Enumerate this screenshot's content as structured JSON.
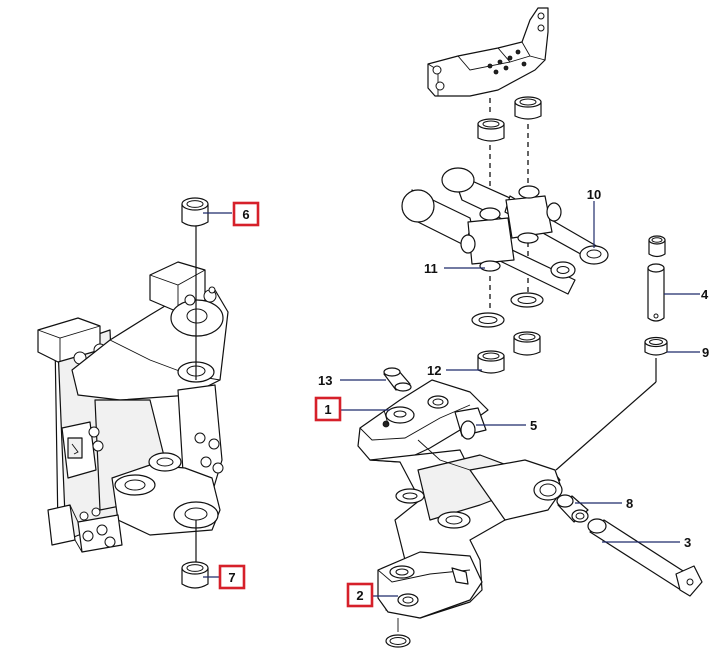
{
  "callouts": {
    "c1": {
      "label": "1",
      "highlighted": true
    },
    "c2": {
      "label": "2",
      "highlighted": true
    },
    "c3": {
      "label": "3",
      "highlighted": false
    },
    "c4": {
      "label": "4",
      "highlighted": false
    },
    "c5": {
      "label": "5",
      "highlighted": false
    },
    "c6": {
      "label": "6",
      "highlighted": true
    },
    "c7": {
      "label": "7",
      "highlighted": true
    },
    "c8": {
      "label": "8",
      "highlighted": false
    },
    "c9": {
      "label": "9",
      "highlighted": false
    },
    "c10": {
      "label": "10",
      "highlighted": false
    },
    "c11": {
      "label": "11",
      "highlighted": false
    },
    "c12": {
      "label": "12",
      "highlighted": false
    },
    "c13": {
      "label": "13",
      "highlighted": false
    }
  },
  "colors": {
    "highlight_box": "#d6202a",
    "leader_line": "#1f2a6b",
    "line_art": "#111111",
    "background": "#ffffff"
  }
}
